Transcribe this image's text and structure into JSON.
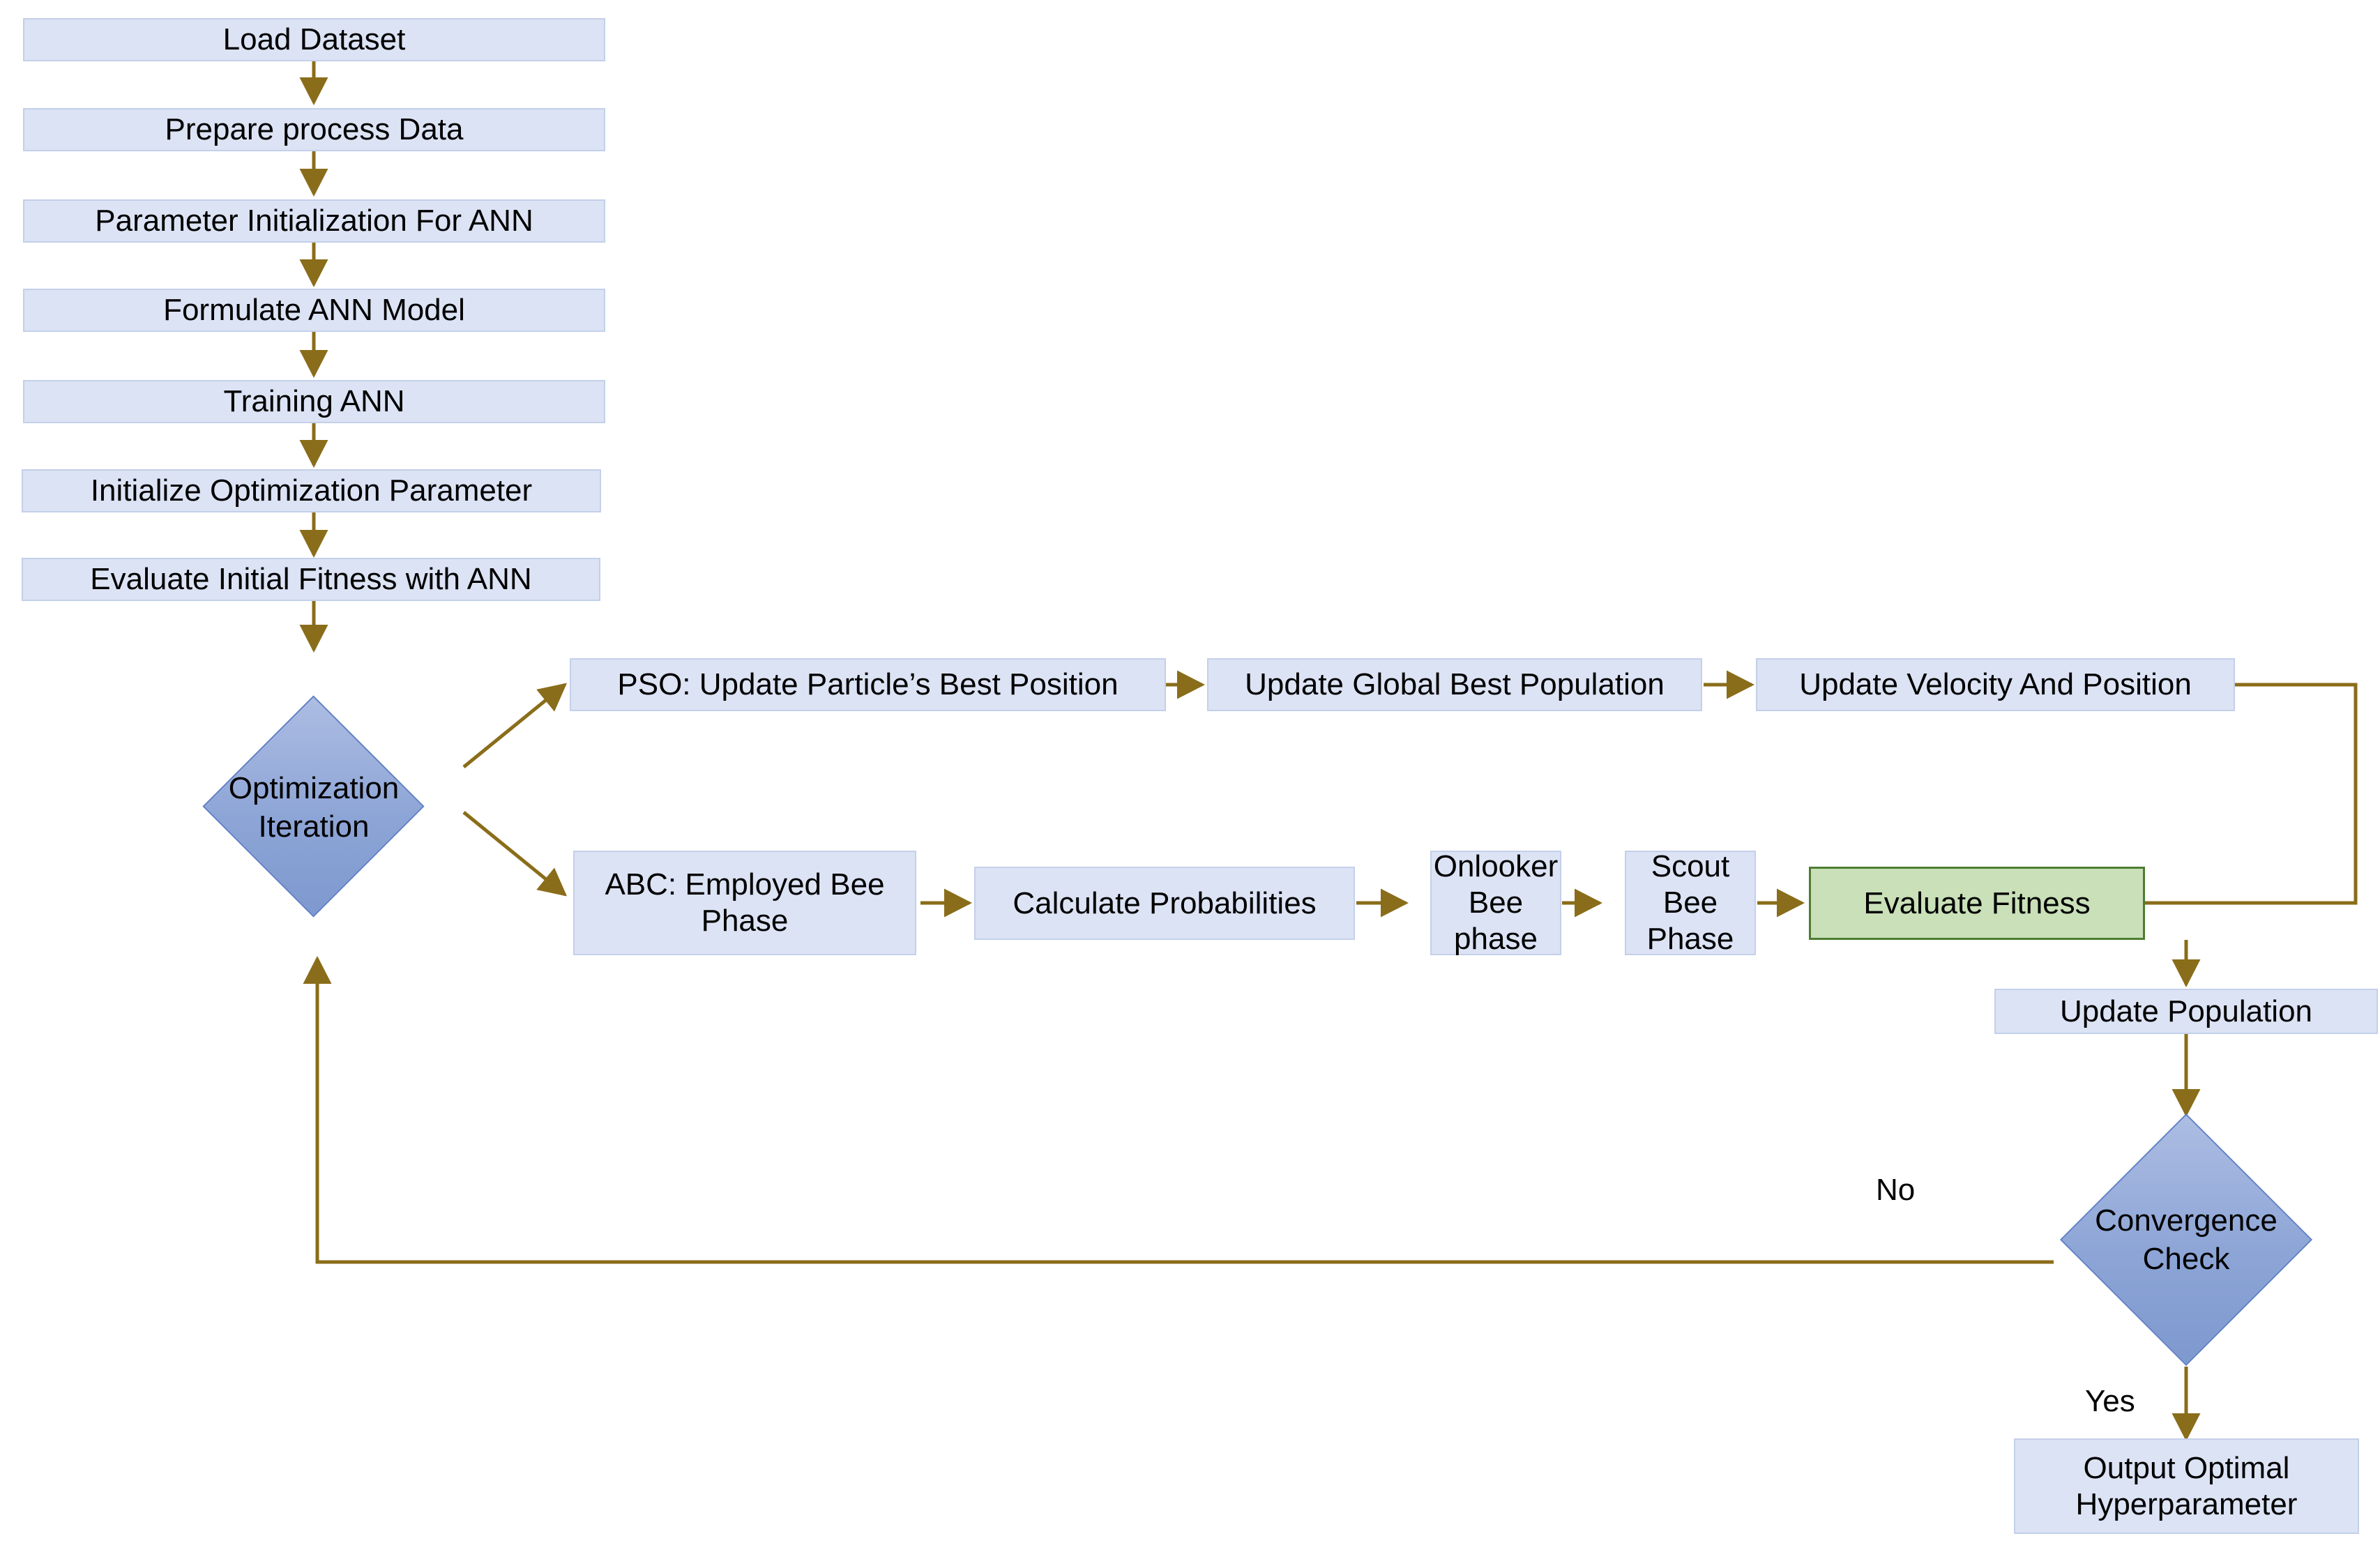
{
  "diagram": {
    "title": "ANN Hyperparameter Optimization with PSO and ABC Flowchart",
    "colors": {
      "process_fill": "#dce3f4",
      "process_border": "#c3d0ea",
      "highlight_fill": "#c9e0b8",
      "highlight_border": "#4e7d32",
      "decision_fill": "#8da5d6",
      "decision_border": "#5f7fc4",
      "connector": "#8a6d1a",
      "text": "#000000",
      "background": "#ffffff"
    },
    "nodes": [
      {
        "id": "load_dataset",
        "label": "Load Dataset",
        "shape": "process"
      },
      {
        "id": "prepare_data",
        "label": "Prepare process Data",
        "shape": "process"
      },
      {
        "id": "param_init",
        "label": "Parameter Initialization For ANN",
        "shape": "process"
      },
      {
        "id": "formulate_ann",
        "label": "Formulate ANN Model",
        "shape": "process"
      },
      {
        "id": "training_ann",
        "label": "Training ANN",
        "shape": "process"
      },
      {
        "id": "init_opt_param",
        "label": "Initialize Optimization Parameter",
        "shape": "process"
      },
      {
        "id": "eval_init_fitness",
        "label": "Evaluate Initial Fitness with ANN",
        "shape": "process"
      },
      {
        "id": "optimization_iteration",
        "label_line1": "Optimization",
        "label_line2": "Iteration",
        "shape": "decision"
      },
      {
        "id": "pso_best_position",
        "label": "PSO: Update Particle’s Best Position",
        "shape": "process"
      },
      {
        "id": "update_global_best",
        "label": "Update Global Best Population",
        "shape": "process"
      },
      {
        "id": "update_velocity",
        "label": "Update Velocity And Position",
        "shape": "process"
      },
      {
        "id": "abc_employed_bee",
        "label_line1": "ABC: Employed  Bee",
        "label_line2": "Phase",
        "shape": "process"
      },
      {
        "id": "calc_probabilities",
        "label": "Calculate Probabilities",
        "shape": "process"
      },
      {
        "id": "onlooker_bee",
        "label_line1": "Onlooker",
        "label_line2": "Bee phase",
        "shape": "process"
      },
      {
        "id": "scout_bee",
        "label_line1": "Scout Bee",
        "label_line2": "Phase",
        "shape": "process"
      },
      {
        "id": "evaluate_fitness",
        "label": "Evaluate Fitness",
        "shape": "process-highlight"
      },
      {
        "id": "update_population",
        "label": "Update Population",
        "shape": "process"
      },
      {
        "id": "convergence_check",
        "label_line1": "Convergence",
        "label_line2": "Check",
        "shape": "decision"
      },
      {
        "id": "output_optimal",
        "label_line1": "Output Optimal",
        "label_line2": "Hyperparameter",
        "shape": "process"
      }
    ],
    "edge_labels": {
      "no": "No",
      "yes": "Yes"
    }
  }
}
